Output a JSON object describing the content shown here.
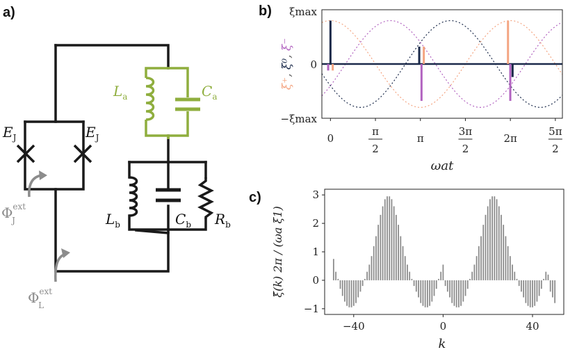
{
  "panels": {
    "a": {
      "label": "a)",
      "components": {
        "junction_left": "E",
        "junction_right": "E",
        "junction_sub": "J",
        "La": "L",
        "La_sub": "a",
        "Ca": "C",
        "Ca_sub": "a",
        "Lb": "L",
        "Lb_sub": "b",
        "Cb": "C",
        "Cb_sub": "b",
        "Rb": "R",
        "Rb_sub": "b"
      },
      "flux_J": {
        "symbol": "Φ",
        "sup": "ext",
        "sub": "J"
      },
      "flux_L": {
        "symbol": "Φ",
        "sup": "ext",
        "sub": "L"
      },
      "colors": {
        "circuit": "#1a1a1a",
        "branch_a": "#8fae3e",
        "flux_arrow": "#8c8c8c"
      }
    },
    "b": {
      "label": "b)",
      "ylabel_parts": [
        "ξ⁺",
        ", ",
        "ξ⁰",
        ", ",
        "ξ⁻"
      ],
      "ytick_labels": [
        "ξmax",
        "0",
        "−ξmax"
      ],
      "xtick_labels": [
        "0",
        "π/2",
        "π",
        "3π/2",
        "2π",
        "5π/2"
      ],
      "xlabel": "ωat"
    },
    "c": {
      "label": "c)",
      "ylabel": "ξ̃(k) 2π / (ωa ξ1)",
      "xlabel": "k",
      "ytick_labels": [
        "3",
        "2",
        "1",
        "0",
        "−1"
      ],
      "xtick_labels": [
        "−40",
        "0",
        "40"
      ]
    }
  },
  "chart_data": [
    {
      "type": "line",
      "panel": "b",
      "x_unit": "ωa t (radians)",
      "xlim": [
        -0.3,
        8.1
      ],
      "ylim": [
        -1.25,
        1.25
      ],
      "series": [
        {
          "color": "#f4a582",
          "style": "dotted",
          "amplitude": 1,
          "period": 6.2832,
          "phase": 0
        },
        {
          "color": "#1b2a4a",
          "style": "dotted",
          "amplitude": 1,
          "period": 6.2832,
          "phase": 2.0944
        },
        {
          "color": "#b264c0",
          "style": "dotted",
          "amplitude": 1,
          "period": 6.2832,
          "phase": -2.0944
        }
      ],
      "spikes": [
        {
          "x": 0.0,
          "value": 1.0,
          "color": "#1b2a4a"
        },
        {
          "x": -0.08,
          "value": -0.15,
          "color": "#b264c0"
        },
        {
          "x": 0.08,
          "value": -0.15,
          "color": "#f4a582"
        },
        {
          "x": 3.1,
          "value": 0.4,
          "color": "#1b2a4a"
        },
        {
          "x": 3.18,
          "value": -0.85,
          "color": "#b264c0"
        },
        {
          "x": 3.26,
          "value": 0.4,
          "color": "#f4a582"
        },
        {
          "x": 6.2,
          "value": 1.0,
          "color": "#f4a582"
        },
        {
          "x": 6.28,
          "value": -0.85,
          "color": "#b264c0"
        },
        {
          "x": 6.36,
          "value": -0.3,
          "color": "#1b2a4a"
        }
      ]
    },
    {
      "type": "bar",
      "panel": "c",
      "x": [
        -49,
        -48,
        -47,
        -46,
        -45,
        -44,
        -43,
        -42,
        -41,
        -40,
        -39,
        -38,
        -37,
        -36,
        -35,
        -34,
        -33,
        -32,
        -31,
        -30,
        -29,
        -28,
        -27,
        -26,
        -25,
        -24,
        -23,
        -22,
        -21,
        -20,
        -19,
        -18,
        -17,
        -16,
        -15,
        -14,
        -13,
        -12,
        -11,
        -10,
        -9,
        -8,
        -7,
        -6,
        -5,
        -4,
        -3,
        -2,
        -1,
        0,
        1,
        2,
        3,
        4,
        5,
        6,
        7,
        8,
        9,
        10,
        11,
        12,
        13,
        14,
        15,
        16,
        17,
        18,
        19,
        20,
        21,
        22,
        23,
        24,
        25,
        26,
        27,
        28,
        29,
        30,
        31,
        32,
        33,
        34,
        35,
        36,
        37,
        38,
        39,
        40,
        41,
        42,
        43,
        44,
        45,
        46,
        47,
        48,
        49,
        50
      ],
      "values": [
        0.75,
        0.3,
        0.05,
        -0.3,
        -0.55,
        -0.75,
        -0.9,
        -0.95,
        -0.95,
        -0.9,
        -0.8,
        -0.6,
        -0.4,
        -0.2,
        0.05,
        0.3,
        0.55,
        0.85,
        1.2,
        1.55,
        1.95,
        2.3,
        2.6,
        2.85,
        2.95,
        2.95,
        2.85,
        2.6,
        2.3,
        1.95,
        1.55,
        1.2,
        0.85,
        0.55,
        0.3,
        0.05,
        -0.2,
        -0.4,
        -0.6,
        -0.8,
        -0.9,
        -0.95,
        -0.95,
        -0.9,
        -0.75,
        -0.55,
        -0.3,
        0.05,
        0.3,
        0.55,
        -0.2,
        -0.4,
        -0.6,
        -0.8,
        -0.9,
        -0.95,
        -0.95,
        -0.9,
        -0.75,
        -0.55,
        -0.3,
        0.05,
        0.3,
        0.55,
        0.85,
        1.2,
        1.55,
        1.95,
        2.3,
        2.6,
        2.85,
        2.95,
        2.95,
        2.85,
        2.6,
        2.3,
        1.95,
        1.55,
        1.2,
        0.85,
        0.55,
        0.3,
        0.05,
        -0.2,
        -0.4,
        -0.6,
        -0.8,
        -0.9,
        -0.95,
        -0.95,
        -0.9,
        -0.75,
        -0.55,
        -0.3,
        0.05,
        0.3,
        0.2,
        -0.4,
        -0.6,
        -0.8
      ],
      "xlim": [
        -53,
        54
      ],
      "ylim": [
        -1.2,
        3.2
      ],
      "color": "#8c8c8c"
    }
  ]
}
